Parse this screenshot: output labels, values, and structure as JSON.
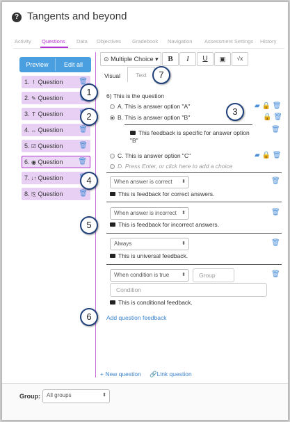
{
  "app": {
    "title": "Tangents and beyond",
    "help_icon": "question-circle-icon"
  },
  "tabs": [
    "Activity",
    "Questions",
    "Data",
    "Objectives",
    "Gradebook",
    "Navigation",
    "Assessment Settings",
    "History"
  ],
  "active_tab": "Questions",
  "sidebar": {
    "preview_label": "Preview",
    "edit_all_label": "Edit all",
    "questions": [
      {
        "label": "1.",
        "icon": "!",
        "text": "Question"
      },
      {
        "label": "2.",
        "icon": "✎",
        "text": "Question"
      },
      {
        "label": "3.",
        "icon": "T",
        "text": "Question"
      },
      {
        "label": "4.",
        "icon": "↔",
        "text": "Question"
      },
      {
        "label": "5.",
        "icon": "☑",
        "text": "Question"
      },
      {
        "label": "6.",
        "icon": "◉",
        "text": "Question"
      },
      {
        "label": "7.",
        "icon": "↓↑",
        "text": "Question"
      },
      {
        "label": "8.",
        "icon": "⎘",
        "text": "Question"
      }
    ],
    "active_index": 5
  },
  "toolbar": {
    "type_label": "Multiple Choice",
    "bold": "B",
    "italic": "I",
    "underline": "U",
    "image": "▣",
    "math": "√x"
  },
  "editor_tabs": {
    "visual": "Visual",
    "text": "Text"
  },
  "question": {
    "text": "6) This is the question",
    "options": [
      {
        "letter": "A.",
        "text": "This is answer option \"A\"",
        "selected": false
      },
      {
        "letter": "B.",
        "text": "This is answer option \"B\"",
        "selected": true
      },
      {
        "letter": "C.",
        "text": "This is answer option \"C\"",
        "selected": false
      }
    ],
    "option_b_feedback": "This feedback is specific for answer option \"B\"",
    "new_option": {
      "letter": "D.",
      "placeholder": "Press Enter, or click here to add a choice"
    }
  },
  "feedback_blocks": [
    {
      "select": "When answer is correct",
      "text": "This is feedback for correct answers."
    },
    {
      "select": "When answer is incorrect",
      "text": "This is feedback for incorrect answers."
    },
    {
      "select": "Always",
      "text": "This is universal feedback."
    },
    {
      "select": "When condition is true",
      "group_placeholder": "Group",
      "condition_placeholder": "Condition",
      "text": "This is conditional feedback."
    }
  ],
  "add_feedback_label": "Add question feedback",
  "new_question_label": "+ New question",
  "link_question_label": "Link question",
  "bottom": {
    "group_label": "Group:",
    "group_value": "All groups"
  },
  "callouts": [
    "1",
    "2",
    "3",
    "4",
    "5",
    "6",
    "7"
  ],
  "colors": {
    "accent": "#b22fd0",
    "primary_blue": "#4a9fe0",
    "link": "#3a82cc",
    "question_bg": "#e7d0f3"
  }
}
